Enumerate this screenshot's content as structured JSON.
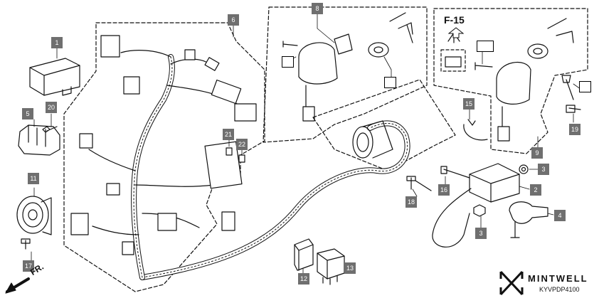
{
  "page": {
    "background": "#ffffff"
  },
  "diagram": {
    "part_tag_color": "#6f6f6f",
    "callouts": {
      "p1": "1",
      "p2": "2",
      "p3a": "3",
      "p3b": "3",
      "p4": "4",
      "p5": "5",
      "p6": "6",
      "p8": "8",
      "p9": "9",
      "p11": "11",
      "p12": "12",
      "p13": "13",
      "p15": "15",
      "p16": "16",
      "p17": "17",
      "p18": "18",
      "p19": "19",
      "p20": "20",
      "p21": "21",
      "p22": "22"
    },
    "section_ref": "F-15",
    "direction_label": "FR.",
    "brand": {
      "name": "MINTWELL",
      "code": "KYVPDP4100"
    }
  }
}
